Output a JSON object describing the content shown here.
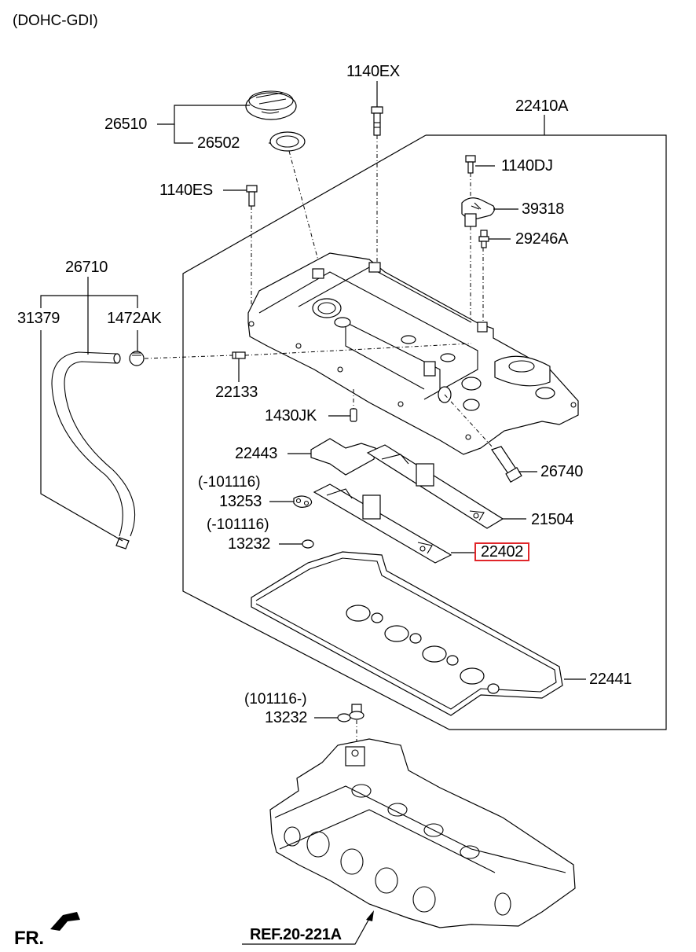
{
  "diagram": {
    "title": "(DOHC-GDI)",
    "highlight_color": "#e0262a",
    "parts": [
      {
        "id": "p-1140ex",
        "number": "1140EX"
      },
      {
        "id": "p-22410a",
        "number": "22410A"
      },
      {
        "id": "p-26510",
        "number": "26510"
      },
      {
        "id": "p-26502",
        "number": "26502"
      },
      {
        "id": "p-1140dj",
        "number": "1140DJ"
      },
      {
        "id": "p-1140es",
        "number": "1140ES"
      },
      {
        "id": "p-39318",
        "number": "39318"
      },
      {
        "id": "p-29246a",
        "number": "29246A"
      },
      {
        "id": "p-26710",
        "number": "26710"
      },
      {
        "id": "p-31379",
        "number": "31379"
      },
      {
        "id": "p-1472ak",
        "number": "1472AK"
      },
      {
        "id": "p-22133",
        "number": "22133"
      },
      {
        "id": "p-1430jk",
        "number": "1430JK"
      },
      {
        "id": "p-22443",
        "number": "22443"
      },
      {
        "id": "p-26740",
        "number": "26740"
      },
      {
        "id": "p-13253",
        "number": "13253",
        "note": "(-101116)"
      },
      {
        "id": "p-21504",
        "number": "21504"
      },
      {
        "id": "p-13232a",
        "number": "13232",
        "note": "(-101116)"
      },
      {
        "id": "p-22402",
        "number": "22402",
        "highlighted": true
      },
      {
        "id": "p-22441",
        "number": "22441"
      },
      {
        "id": "p-13232b",
        "number": "13232",
        "note": "(101116-)"
      }
    ],
    "reference": "REF.20-221A",
    "front_indicator": "FR."
  }
}
